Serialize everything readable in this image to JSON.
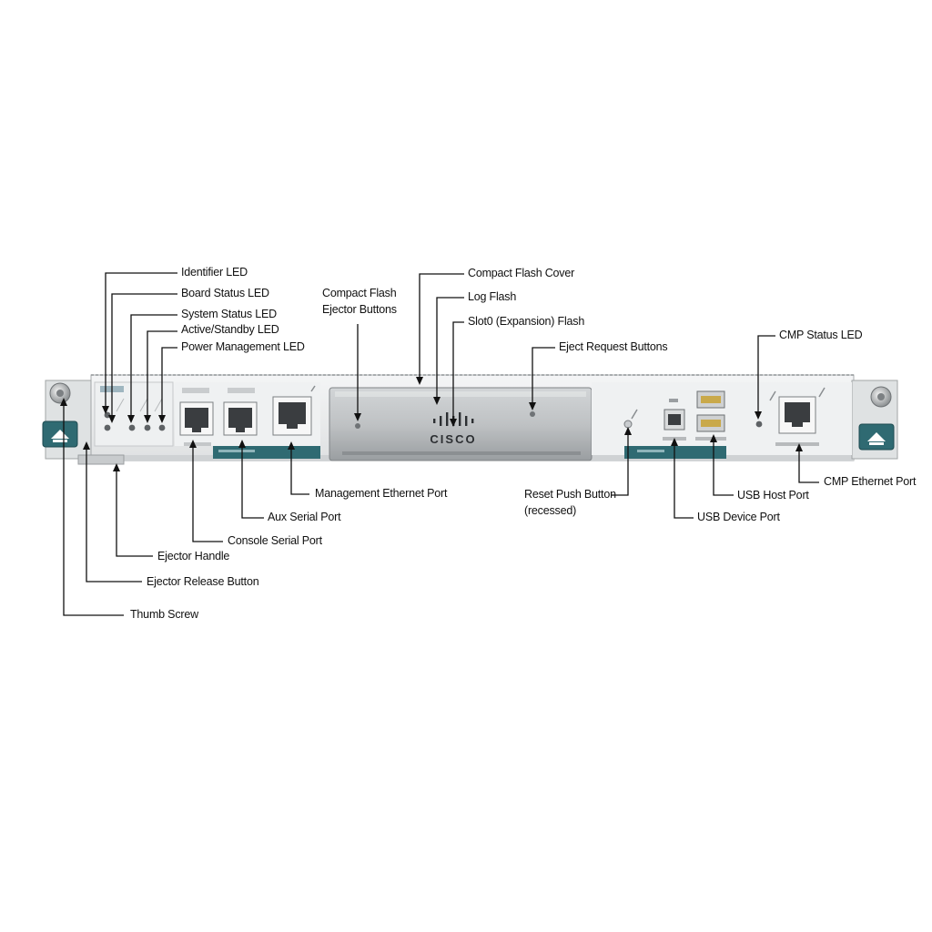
{
  "labels": {
    "identifier_led": "Identifier LED",
    "board_status_led": "Board Status LED",
    "system_status_led": "System Status LED",
    "active_standby_led": "Active/Standby LED",
    "power_management_led": "Power Management LED",
    "compact_flash_ejector_line1": "Compact Flash",
    "compact_flash_ejector_line2": "Ejector Buttons",
    "compact_flash_cover": "Compact Flash Cover",
    "log_flash": "Log Flash",
    "slot0_flash": "Slot0 (Expansion) Flash",
    "eject_request_buttons": "Eject Request Buttons",
    "cmp_status_led": "CMP Status LED",
    "management_ethernet_port": "Management Ethernet Port",
    "aux_serial_port": "Aux Serial Port",
    "console_serial_port": "Console Serial Port",
    "ejector_handle": "Ejector Handle",
    "ejector_release_button": "Ejector Release Button",
    "thumb_screw": "Thumb Screw",
    "reset_push_button_line1": "Reset Push Button",
    "reset_push_button_line2": "(recessed)",
    "usb_host_port": "USB Host Port",
    "usb_device_port": "USB Device Port",
    "cmp_ethernet_port": "CMP Ethernet Port"
  },
  "device": {
    "logo": "CISCO",
    "colors": {
      "panel": "#e9ebec",
      "teal_accent": "#2f6a72",
      "flash_cover": "#b9bcbe",
      "port_dark": "#3a3d40"
    }
  }
}
